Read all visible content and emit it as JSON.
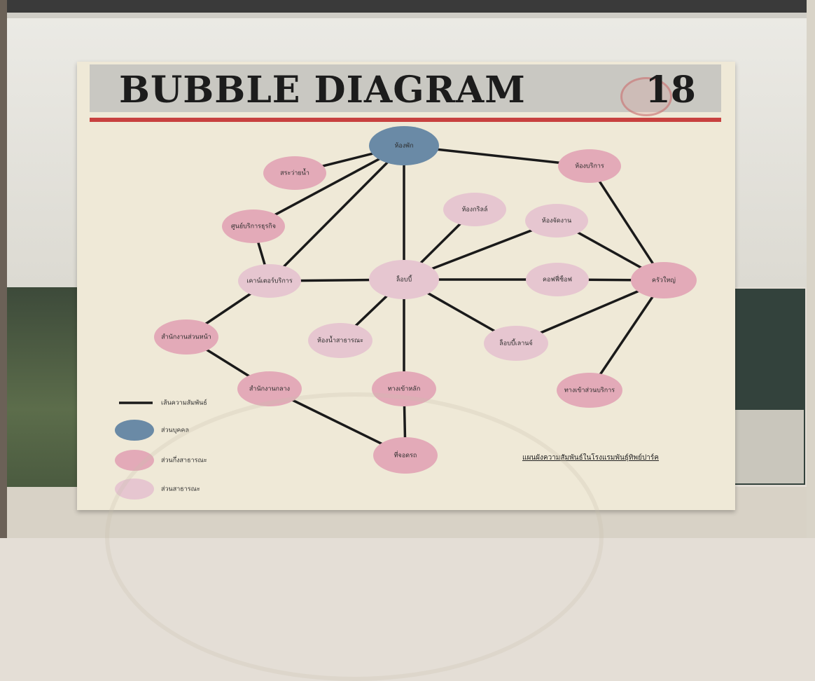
{
  "title": "BUBBLE DIAGRAM",
  "sheet_number": "18",
  "caption": "แผนผังความสัมพันธ์ในโรงแรมพันธุ์ทิพย์ปาร์ค",
  "colors": {
    "private": "#6a8aa6",
    "semi_public": "#e3aab8",
    "public": "#e6c6d0",
    "line": "#1a1a1a",
    "accent_red": "#c8413f"
  },
  "nodes": [
    {
      "id": "room",
      "label": "ห้องพัก",
      "kind": "private"
    },
    {
      "id": "laundry",
      "label": "สระว่ายน้ำ",
      "kind": "semi_public"
    },
    {
      "id": "service_room",
      "label": "ห้องบริการ",
      "kind": "semi_public"
    },
    {
      "id": "business",
      "label": "ศูนย์บริการธุรกิจ",
      "kind": "semi_public"
    },
    {
      "id": "grill",
      "label": "ห้องกริลล์",
      "kind": "public"
    },
    {
      "id": "banquet",
      "label": "ห้องจัดงาน",
      "kind": "public"
    },
    {
      "id": "counter",
      "label": "เคาน์เตอร์บริการ",
      "kind": "public"
    },
    {
      "id": "lobby",
      "label": "ล็อบบี้",
      "kind": "public"
    },
    {
      "id": "coffee",
      "label": "คอฟฟี่ช็อฟ",
      "kind": "public"
    },
    {
      "id": "kitchen",
      "label": "ครัวใหญ่",
      "kind": "semi_public"
    },
    {
      "id": "front_office",
      "label": "สำนักงานส่วนหน้า",
      "kind": "semi_public"
    },
    {
      "id": "toilet",
      "label": "ห้องน้ำสาธารณะ",
      "kind": "public"
    },
    {
      "id": "lobby_lounge",
      "label": "ล็อบบี้เลานจ์",
      "kind": "public"
    },
    {
      "id": "main_office",
      "label": "สำนักงานกลาง",
      "kind": "semi_public"
    },
    {
      "id": "entrance",
      "label": "ทางเข้าหลัก",
      "kind": "semi_public"
    },
    {
      "id": "service_entrance",
      "label": "ทางเข้าส่วนบริการ",
      "kind": "semi_public"
    },
    {
      "id": "parking",
      "label": "ที่จอดรถ",
      "kind": "semi_public"
    }
  ],
  "edges": [
    [
      "room",
      "laundry"
    ],
    [
      "room",
      "service_room"
    ],
    [
      "room",
      "business"
    ],
    [
      "room",
      "counter"
    ],
    [
      "room",
      "lobby"
    ],
    [
      "service_room",
      "kitchen"
    ],
    [
      "business",
      "counter"
    ],
    [
      "grill",
      "lobby"
    ],
    [
      "banquet",
      "lobby"
    ],
    [
      "banquet",
      "kitchen"
    ],
    [
      "counter",
      "lobby"
    ],
    [
      "counter",
      "front_office"
    ],
    [
      "lobby",
      "coffee"
    ],
    [
      "coffee",
      "kitchen"
    ],
    [
      "lobby",
      "toilet"
    ],
    [
      "lobby",
      "lobby_lounge"
    ],
    [
      "lobby",
      "entrance"
    ],
    [
      "lobby_lounge",
      "kitchen"
    ],
    [
      "kitchen",
      "service_entrance"
    ],
    [
      "front_office",
      "main_office"
    ],
    [
      "main_office",
      "parking"
    ],
    [
      "entrance",
      "parking"
    ]
  ],
  "legend": [
    {
      "label": "เส้นความสัมพันธ์",
      "kind": "line"
    },
    {
      "label": "ส่วนบุคคล",
      "kind": "private"
    },
    {
      "label": "ส่วนกึ่งสาธารณะ",
      "kind": "semi_public"
    },
    {
      "label": "ส่วนสาธารณะ",
      "kind": "public"
    }
  ]
}
